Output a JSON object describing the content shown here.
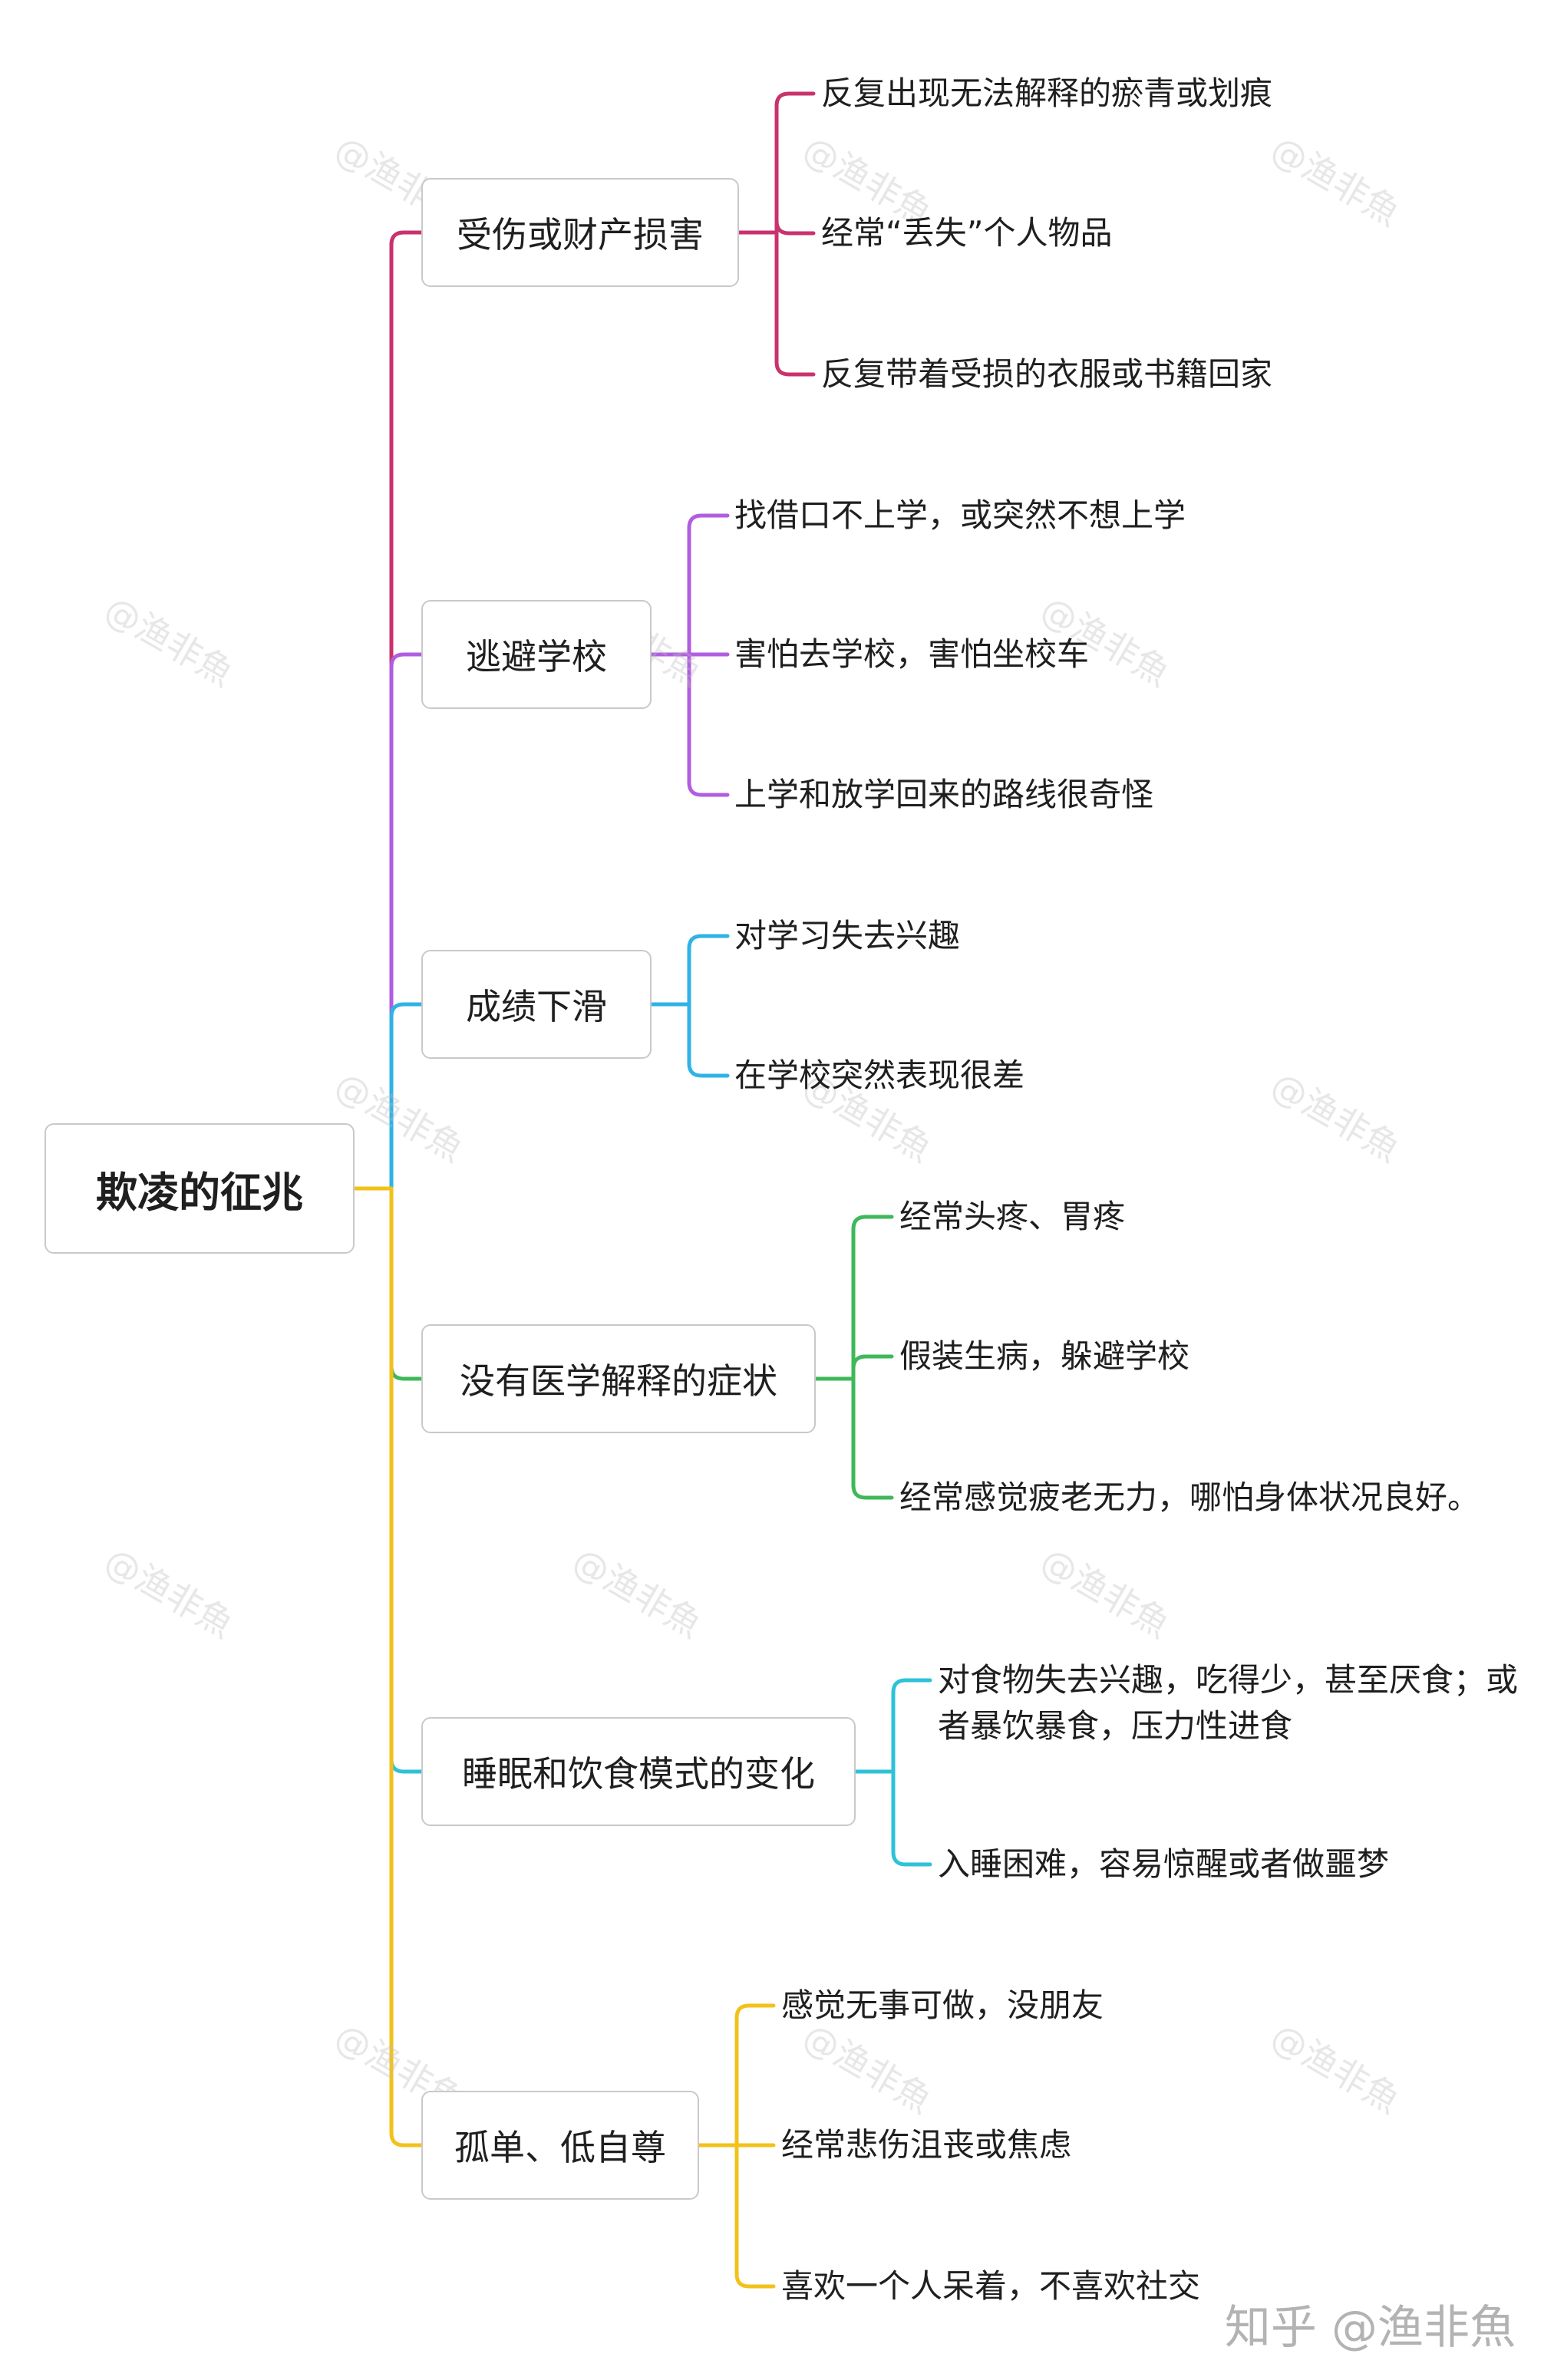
{
  "root": "欺凌的征兆",
  "watermark": "@渔非魚",
  "brand": "知乎 @渔非魚",
  "branches": [
    {
      "label": "受伤或财产损害",
      "color": "#c8336b",
      "children": [
        "反复出现无法解释的瘀青或划痕",
        "经常“丢失”个人物品",
        "反复带着受损的衣服或书籍回家"
      ]
    },
    {
      "label": "逃避学校",
      "color": "#b15de0",
      "children": [
        "找借口不上学，或突然不想上学",
        "害怕去学校，害怕坐校车",
        "上学和放学回来的路线很奇怪"
      ]
    },
    {
      "label": "成绩下滑",
      "color": "#2fb3e6",
      "children": [
        "对学习失去兴趣",
        "在学校突然表现很差"
      ]
    },
    {
      "label": "没有医学解释的症状",
      "color": "#3fb859",
      "children": [
        "经常头疼、胃疼",
        "假装生病，躲避学校",
        "经常感觉疲老无力，哪怕身体状况良好。"
      ]
    },
    {
      "label": "睡眠和饮食模式的变化",
      "color": "#2ec2d8",
      "children": [
        "对食物失去兴趣，吃得少，甚至厌食；或者暴饮暴食，压力性进食",
        "入睡困难，容易惊醒或者做噩梦"
      ]
    },
    {
      "label": "孤单、低自尊",
      "color": "#f2c21b",
      "children": [
        "感觉无事可做，没朋友",
        "经常悲伤沮丧或焦虑",
        "喜欢一个人呆着，不喜欢社交"
      ]
    }
  ]
}
